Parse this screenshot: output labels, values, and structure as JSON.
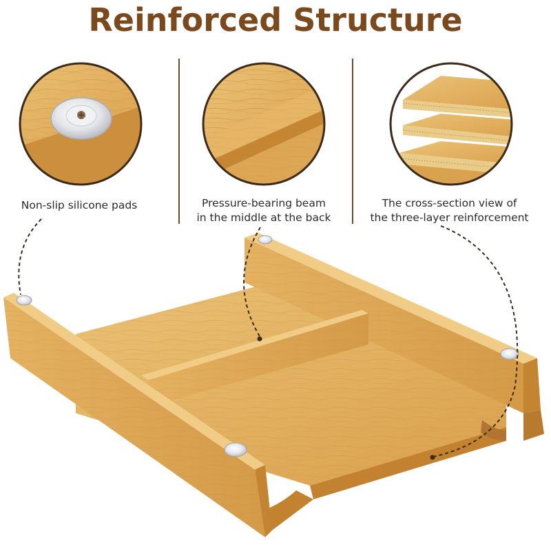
{
  "title": "Reinforced Structure",
  "features": [
    {
      "label": "Non-slip silicone pads",
      "icon": "silicone-pad-closeup"
    },
    {
      "label_line1": "Pressure-bearing beam",
      "label_line2": "in the middle at the back",
      "icon": "beam-closeup"
    },
    {
      "label_line1": "The cross-section view of",
      "label_line2": "the three-layer reinforcement",
      "icon": "layers-closeup"
    }
  ],
  "colors": {
    "title": "#7a4a1e",
    "bamboo_light": "#e8bd6e",
    "bamboo_mid": "#d9a24f",
    "bamboo_dark": "#b87b32",
    "outline": "#3b2a1a"
  }
}
